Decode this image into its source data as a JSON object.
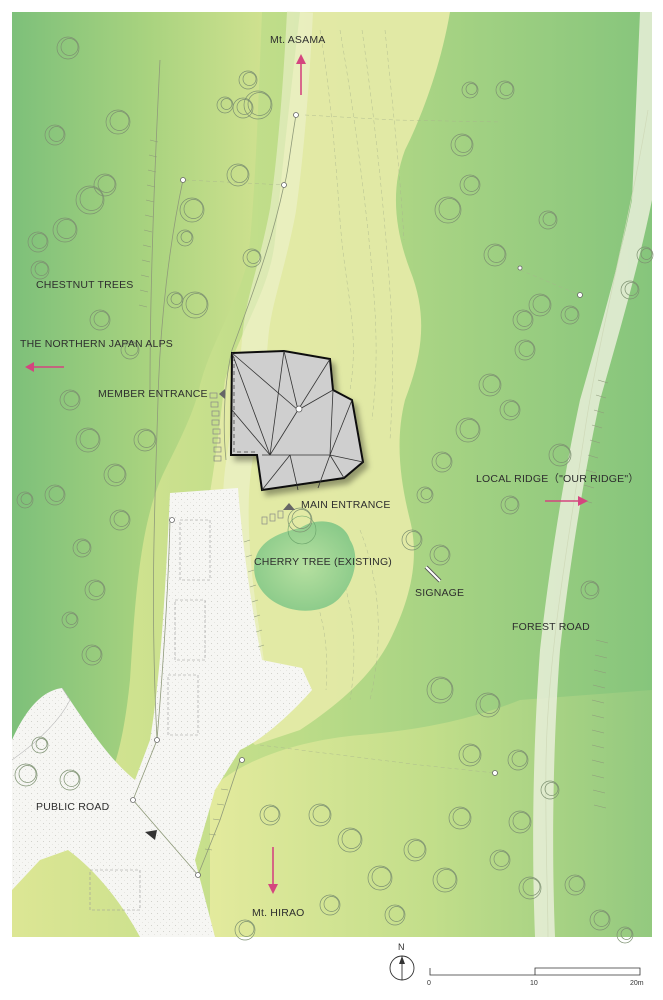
{
  "labels": {
    "mt_asama": "Mt. ASAMA",
    "chestnut_trees": "CHESTNUT TREES",
    "northern_alps": "THE NORTHERN JAPAN ALPS",
    "member_entrance": "MEMBER ENTRANCE",
    "main_entrance": "MAIN ENTRANCE",
    "cherry_tree": "CHERRY TREE (EXISTING)",
    "signage": "SIGNAGE",
    "local_ridge": "LOCAL RIDGE（\"OUR RIDGE\"）",
    "forest_road": "FOREST ROAD",
    "public_road": "PUBLIC ROAD",
    "mt_hirao": "Mt. HIRAO"
  },
  "north_arrow": {
    "label": "N"
  },
  "scale_bar": {
    "ticks": [
      "0",
      "10",
      "20m"
    ]
  },
  "colors": {
    "forest_green": "#8ec97e",
    "meadow_yellow": "#dfe79a",
    "path_pale": "#f0f2e4",
    "road_white": "#f7f7f5",
    "cherry": "#9bd38e",
    "building": "#cfcfcf",
    "arrow": "#d4457f"
  },
  "icons": [
    "north-arrow-icon",
    "direction-arrow-icon",
    "entrance-triangle-icon",
    "signage-icon"
  ]
}
